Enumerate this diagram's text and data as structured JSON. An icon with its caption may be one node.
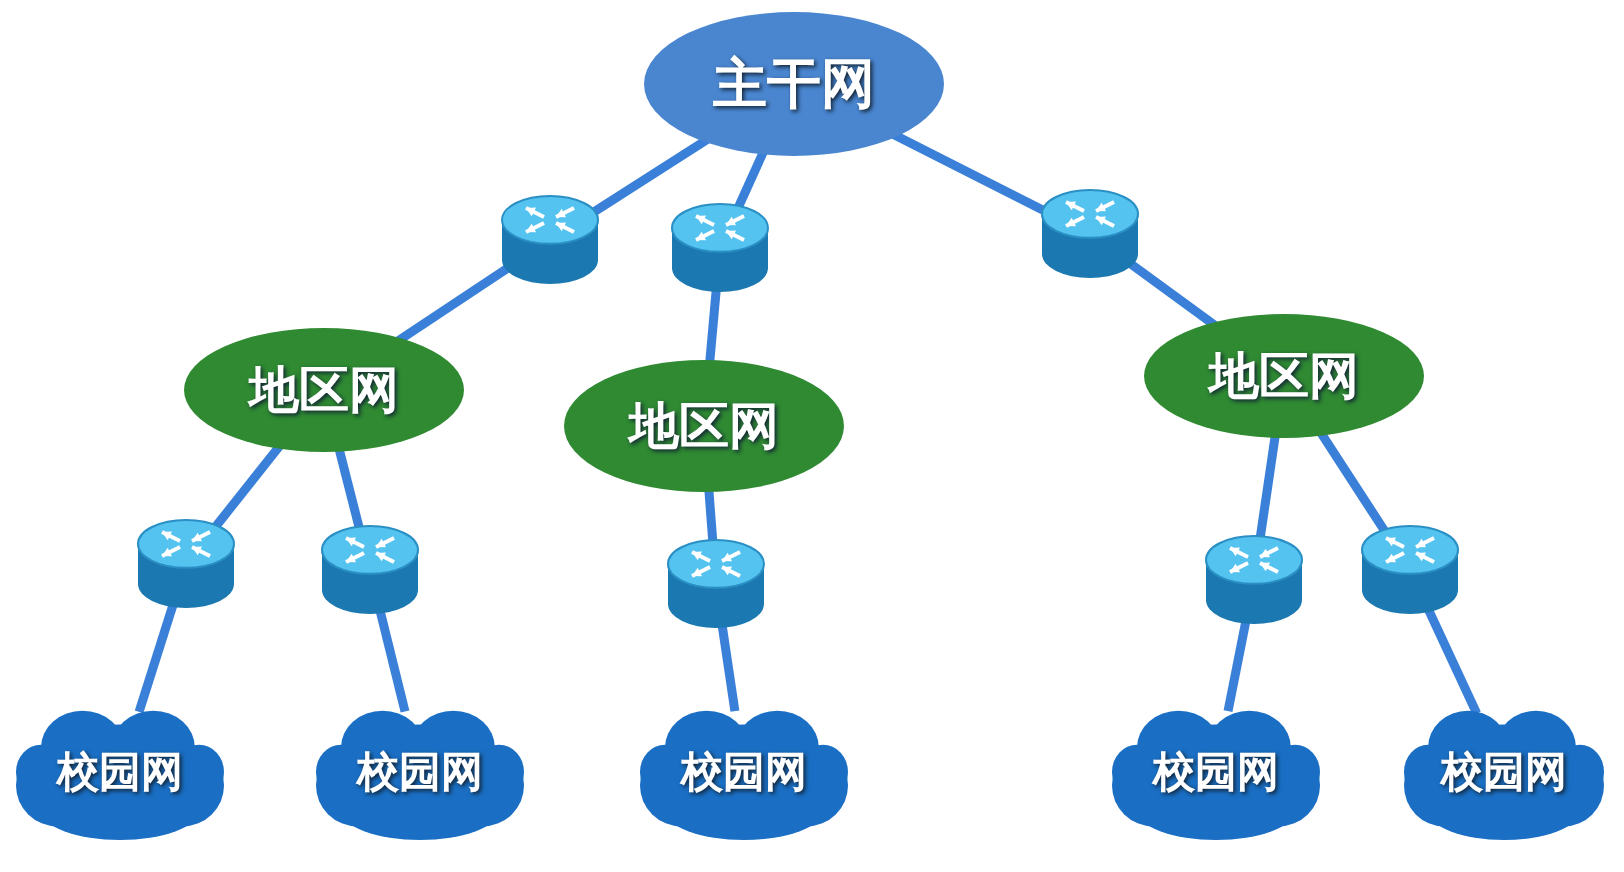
{
  "diagram": {
    "nodes": [
      {
        "text": [
          "主干网"
        ]
      },
      {
        "text": [],
        "shape": "cylinder"
      },
      {
        "text": [],
        "shape": "cylinder"
      },
      {
        "text": [],
        "shape": "cylinder"
      },
      {
        "text": [
          "地区网"
        ]
      },
      {
        "text": [
          "地区网"
        ]
      },
      {
        "text": [
          "地区网"
        ]
      },
      {
        "text": [],
        "shape": "cylinder"
      },
      {
        "text": [],
        "shape": "cylinder"
      },
      {
        "text": [],
        "shape": "cylinder"
      },
      {
        "text": [],
        "shape": "cylinder"
      },
      {
        "text": [],
        "shape": "cylinder"
      },
      {
        "text": [
          "校园网"
        ]
      },
      {
        "text": [
          "校园网"
        ]
      },
      {
        "text": [
          "校园网"
        ]
      },
      {
        "text": [
          "校园网"
        ]
      },
      {
        "text": [
          "校园网"
        ]
      }
    ],
    "edges": [
      {
        "from": 0,
        "to": 1,
        "arrow": "none"
      },
      {
        "from": 1,
        "to": 4,
        "arrow": "none"
      },
      {
        "from": 0,
        "to": 2,
        "arrow": "none"
      },
      {
        "from": 2,
        "to": 5,
        "arrow": "none"
      },
      {
        "from": 0,
        "to": 3,
        "arrow": "none"
      },
      {
        "from": 3,
        "to": 6,
        "arrow": "none"
      },
      {
        "from": 4,
        "to": 7,
        "arrow": "none"
      },
      {
        "from": 7,
        "to": 12,
        "arrow": "none"
      },
      {
        "from": 4,
        "to": 8,
        "arrow": "none"
      },
      {
        "from": 8,
        "to": 13,
        "arrow": "none"
      },
      {
        "from": 5,
        "to": 9,
        "arrow": "none"
      },
      {
        "from": 9,
        "to": 14,
        "arrow": "none"
      },
      {
        "from": 6,
        "to": 10,
        "arrow": "none"
      },
      {
        "from": 10,
        "to": 15,
        "arrow": "none"
      },
      {
        "from": 6,
        "to": 11,
        "arrow": "none"
      },
      {
        "from": 11,
        "to": 16,
        "arrow": "none"
      }
    ]
  }
}
